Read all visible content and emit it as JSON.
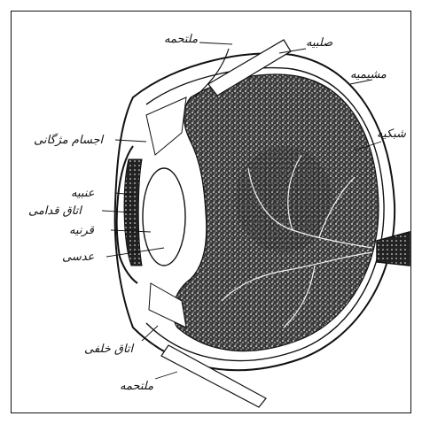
{
  "diagram": {
    "labels": {
      "conjunctiva_top": "ملتحمه",
      "sclera": "صلبیه",
      "choroid": "مشیمیه",
      "retina": "شبکیه",
      "ciliary_body": "اجسام مژگانی",
      "iris": "عنبیه",
      "anterior_chamber": "اتاق قدامی",
      "cornea": "قرنیه",
      "lens": "عدسی",
      "posterior_chamber": "اتاق خلفی",
      "conjunctiva_bottom": "ملتحمه"
    },
    "colors": {
      "ink": "#111111",
      "paper": "#ffffff",
      "stipple": "#2a2a2a"
    }
  }
}
